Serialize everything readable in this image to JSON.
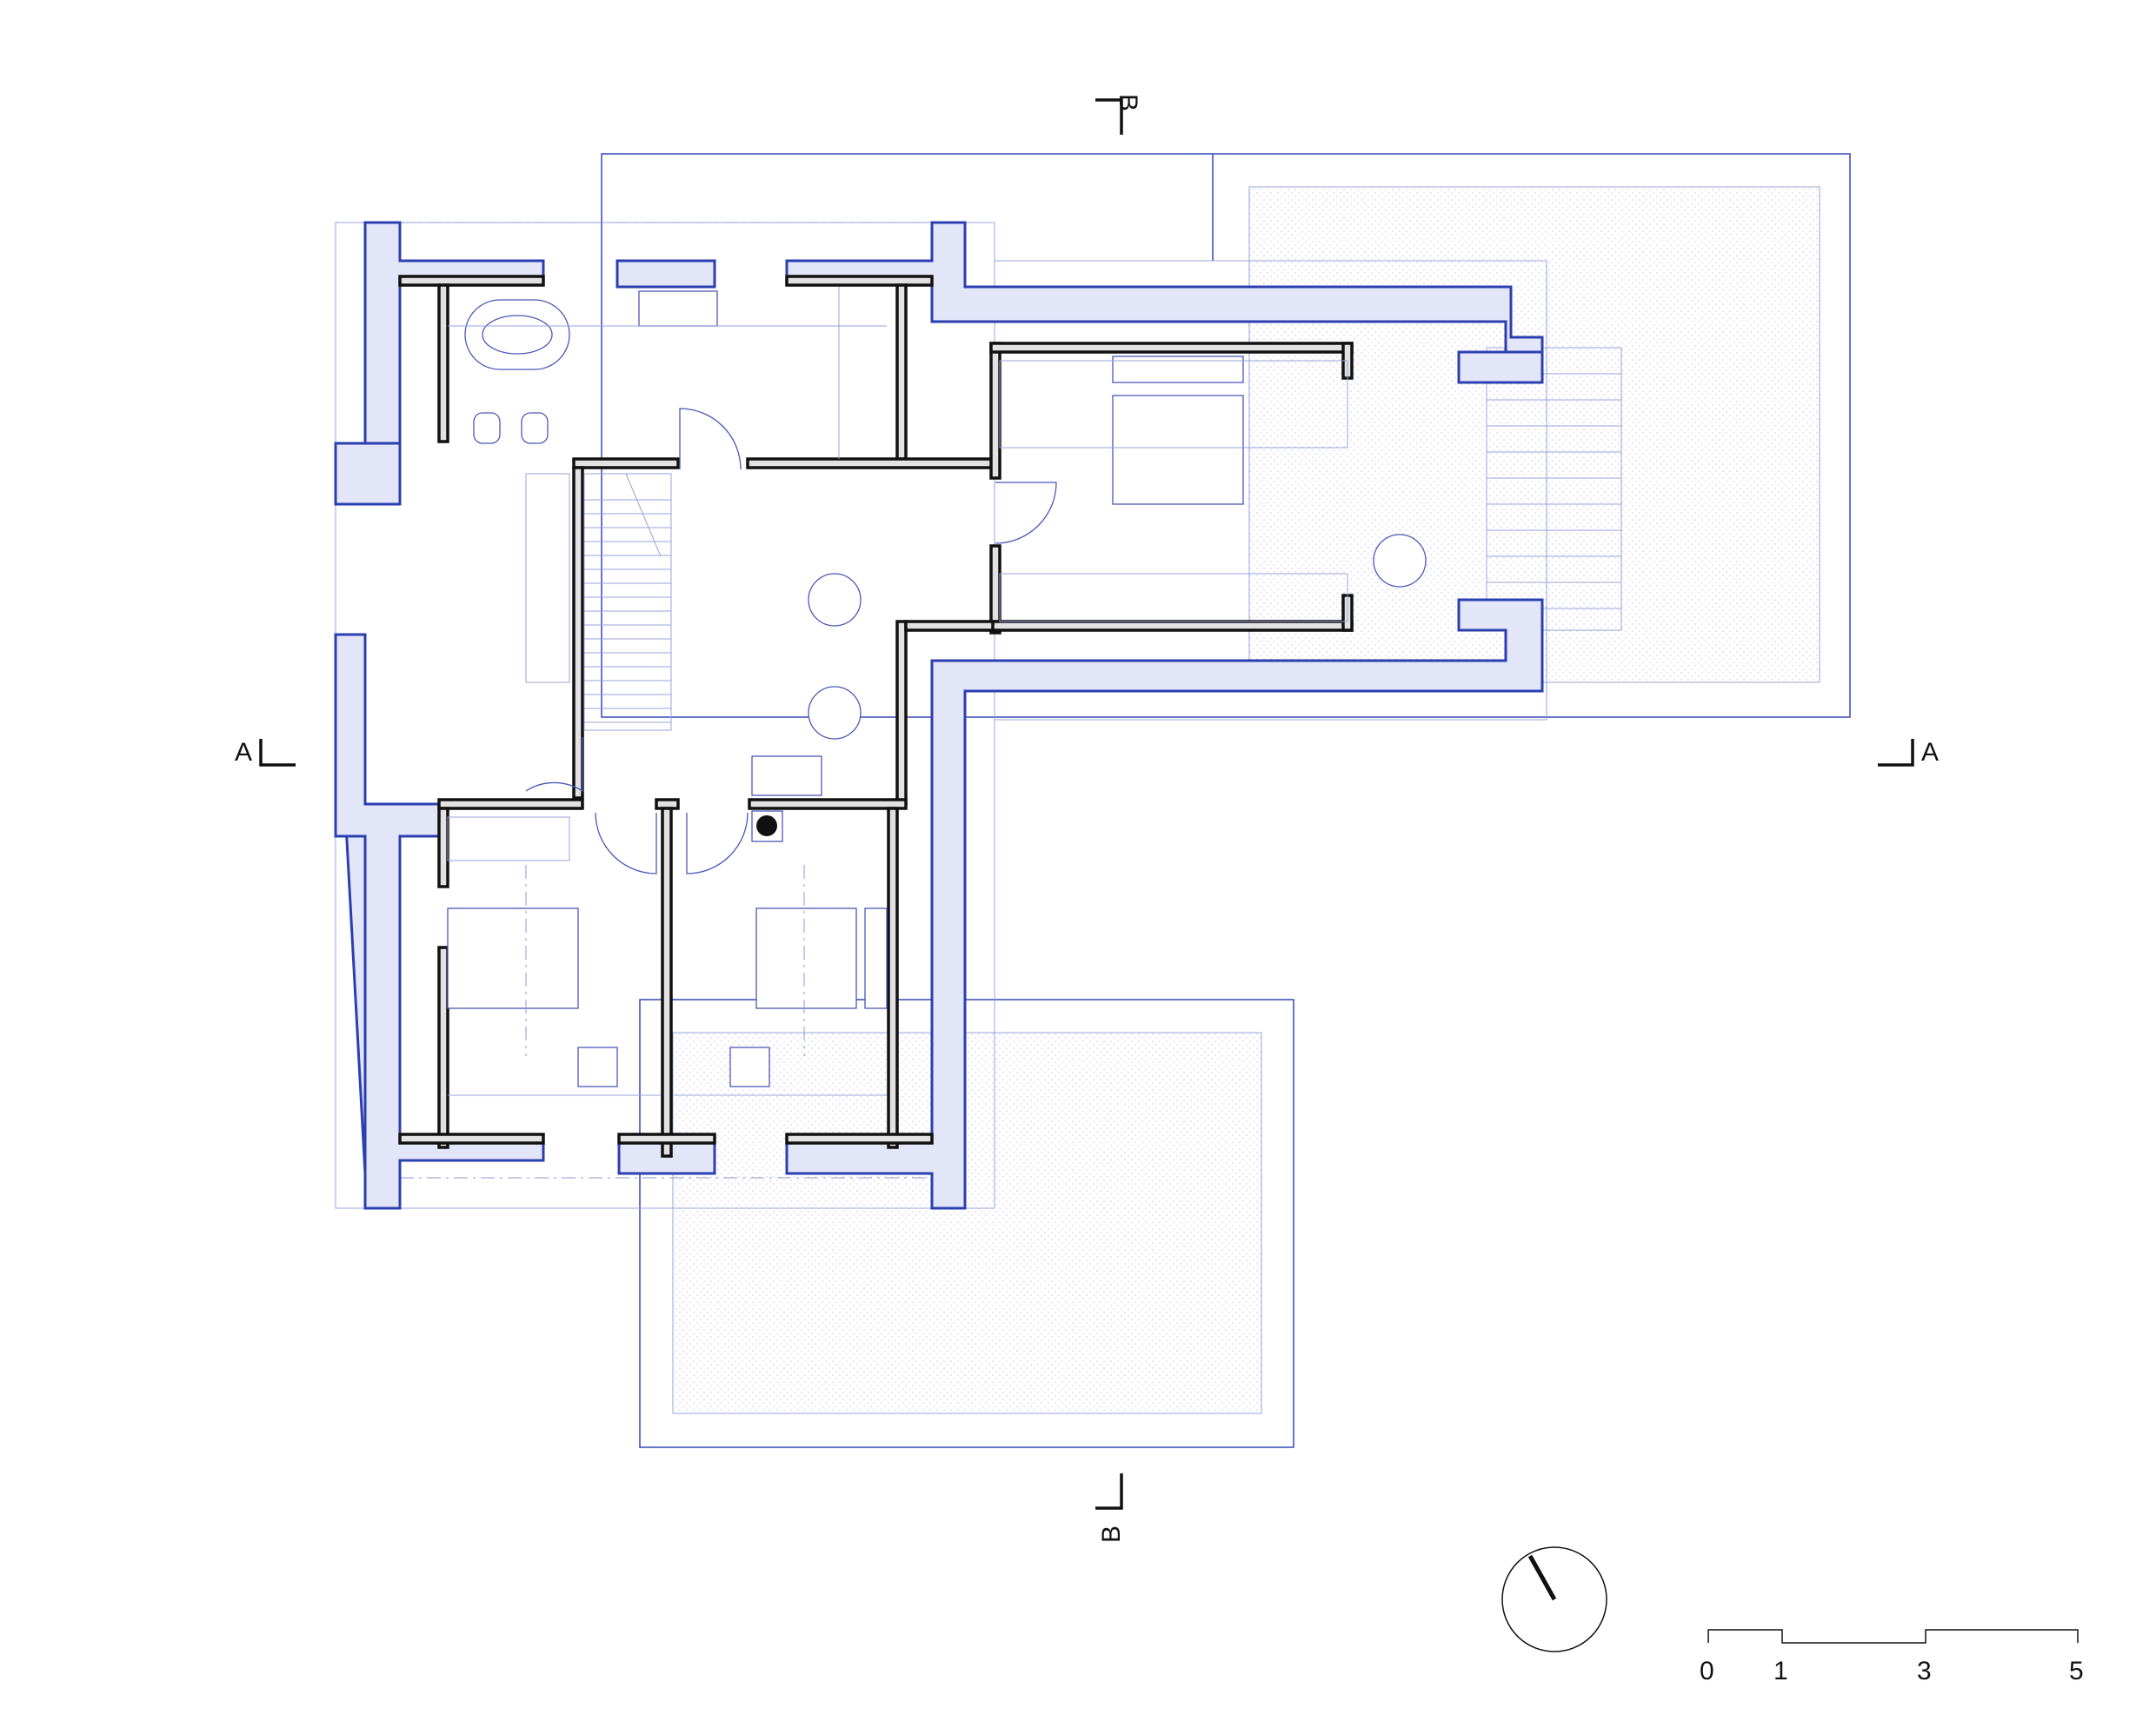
{
  "section_marks": {
    "a_left": "A",
    "a_right": "A",
    "b_top": "B",
    "b_bottom": "B"
  },
  "scale_bar": {
    "ticks": [
      "0",
      "1",
      "3",
      "5"
    ]
  },
  "colors": {
    "exterior_wall_fill": "#e3e6f8",
    "exterior_wall_stroke": "#2c3fb0",
    "interior_wall_fill": "#e2e2e2",
    "interior_wall_stroke": "#111111",
    "line_color": "#3446b8"
  }
}
